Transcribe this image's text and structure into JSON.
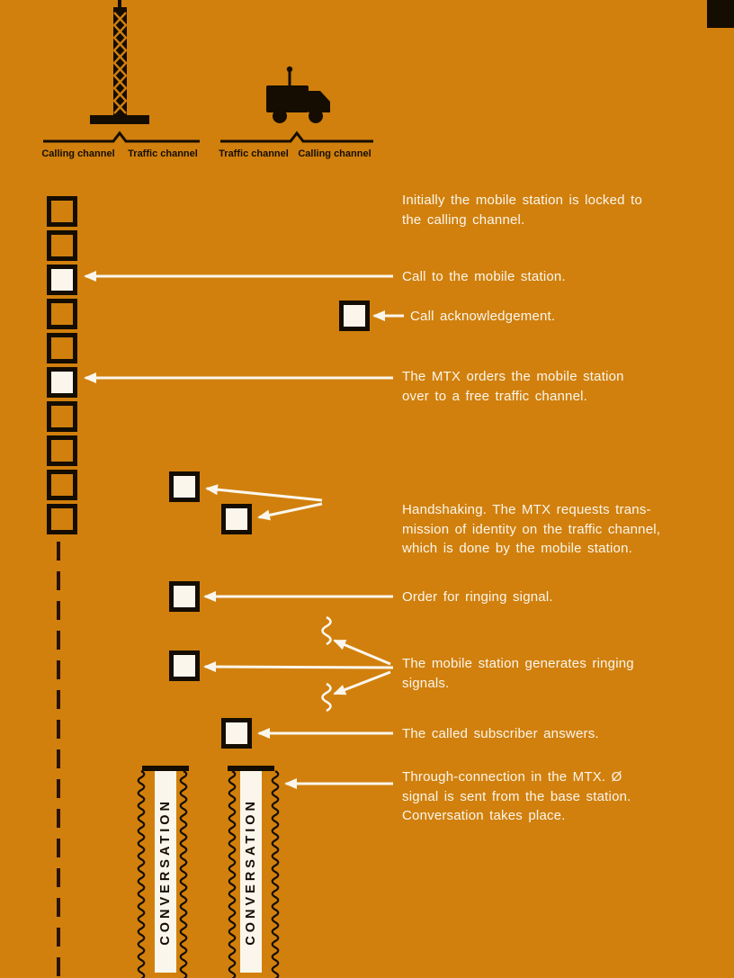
{
  "colors": {
    "background": "#D1800D",
    "ink": "#150D02",
    "paper": "#FAF6EC"
  },
  "base_station": {
    "icon": "radio-tower-icon",
    "channel_labels": [
      "Calling channel",
      "Traffic channel"
    ]
  },
  "mobile_station": {
    "icon": "truck-icon",
    "channel_labels": [
      "Traffic channel",
      "Calling channel"
    ]
  },
  "calling_channel_column": {
    "squares": [
      "orange",
      "orange",
      "white",
      "orange",
      "orange",
      "white",
      "orange",
      "orange",
      "orange",
      "orange"
    ]
  },
  "steps": [
    {
      "text": "Initially the mobile station is locked to\nthe calling channel."
    },
    {
      "text": "Call to the mobile station."
    },
    {
      "text": "Call acknowledgement."
    },
    {
      "text": "The MTX orders the mobile station\nover to a free traffic channel."
    },
    {
      "text": "Handshaking. The MTX requests trans-\nmission of identity on the traffic channel,\nwhich is done by the mobile station."
    },
    {
      "text": "Order for ringing signal."
    },
    {
      "text": "The mobile station generates ringing\nsignals."
    },
    {
      "text": "The called subscriber answers."
    },
    {
      "text": "Through-connection in the MTX. Ø\nsignal is sent from the base station.\nConversation takes place."
    }
  ],
  "conversation": {
    "label": "CONVERSATION"
  }
}
